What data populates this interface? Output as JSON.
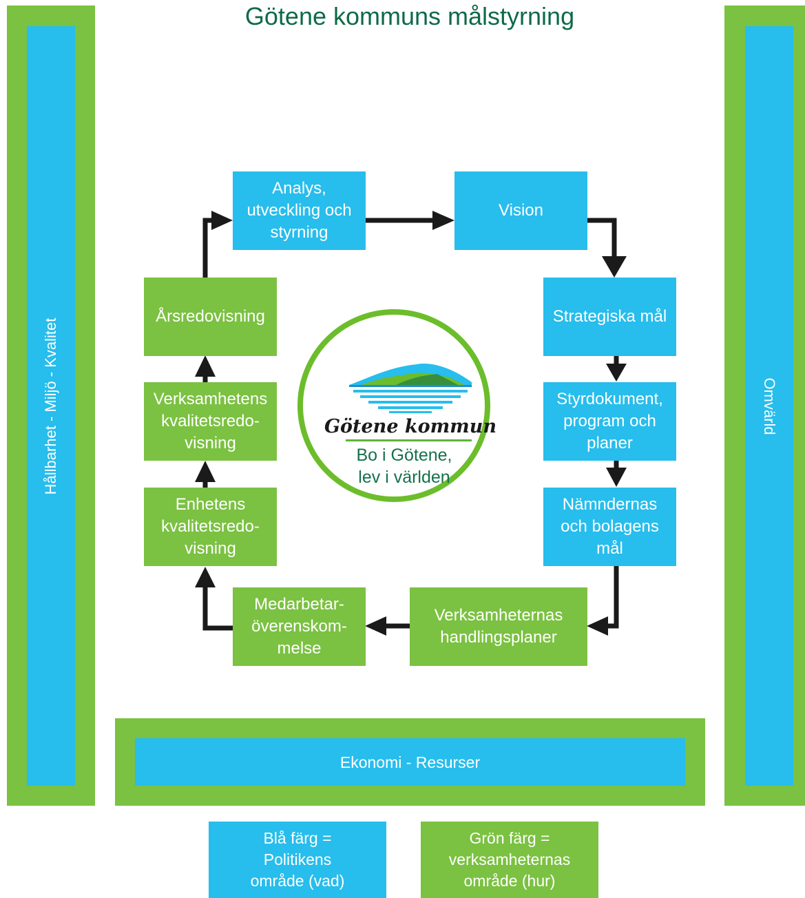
{
  "title": "Götene kommuns målstyrning",
  "side": {
    "left_label": "Hållbarhet - Miljö - Kvalitet",
    "right_label": "Omvärld",
    "bottom_label": "Ekonomi - Resurser"
  },
  "cycle": {
    "analys": "Analys,\nutveckling och\nstyrning",
    "vision": "Vision",
    "strategiska": "Strategiska mål",
    "styrdokument": "Styrdokument,\nprogram och\nplaner",
    "namndernas": "Nämndernas\noch bolagens\nmål",
    "handlingsplaner": "Verksamheternas\nhandlingsplaner",
    "medarbetar": "Medarbetar-\növerenskom-\nmelse",
    "enhetens": "Enhetens\nkvalitetsredo-\nvisning",
    "verksamhetens": "Verksamhetens\nkvalitetsredo-\nvisning",
    "arsredovisning": "Årsredovisning"
  },
  "logo": {
    "name": "Götene kommun",
    "tagline": "Bo i Götene,\nlev i världen"
  },
  "legend": {
    "blue": "Blå färg =\nPolitikens\nområde (vad)",
    "green": "Grön färg =\nverksamheternas\nområde (hur)"
  },
  "colors": {
    "blue": "#27bdec",
    "green": "#7bc142",
    "title": "#0e6a48",
    "arrow": "#1a1a1a"
  }
}
